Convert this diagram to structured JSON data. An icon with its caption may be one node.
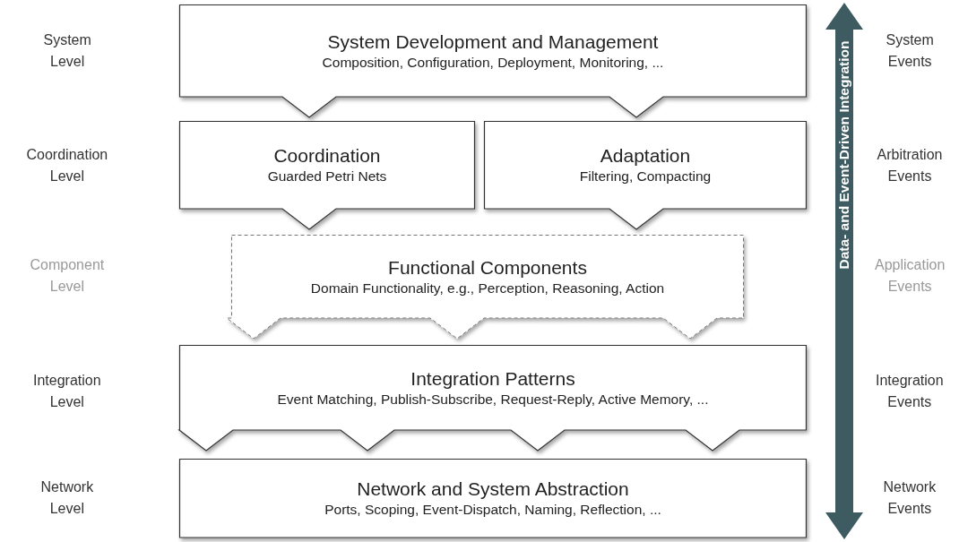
{
  "diagram": {
    "nodes": [
      {
        "text": [
          "System Development and Management",
          "Composition, Configuration, Deployment, Monitoring, ..."
        ]
      },
      {
        "text": [
          "Coordination",
          "Guarded Petri Nets"
        ]
      },
      {
        "text": [
          "Adaptation",
          "Filtering, Compacting"
        ]
      },
      {
        "text": [
          "Functional Components",
          "Domain Functionality, e.g., Perception, Reasoning, Action"
        ]
      },
      {
        "text": [
          "Integration Patterns",
          "Event Matching, Publish-Subscribe, Request-Reply, Active Memory, ..."
        ]
      },
      {
        "text": [
          "Network and System Abstraction",
          "Ports, Scoping, Event-Dispatch, Naming, Reflection, ..."
        ]
      },
      {
        "text": [
          "Data- and Event-Driven Integration"
        ]
      }
    ],
    "labels": [
      "System Level",
      "System Events",
      "Coordination Level",
      "Arbitration Events",
      "Component Level",
      "Application Events",
      "Integration Level",
      "Integration Events",
      "Network Level",
      "Network Events"
    ]
  }
}
